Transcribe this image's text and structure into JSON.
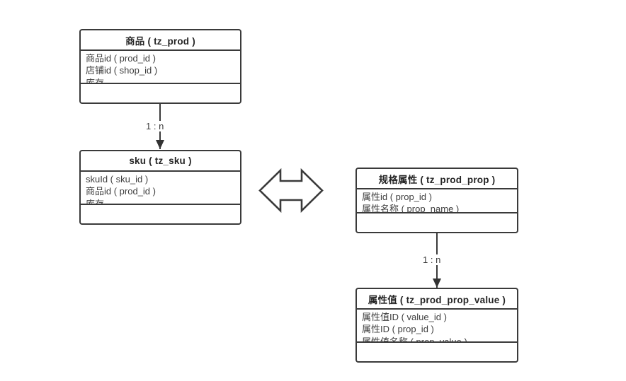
{
  "diagram": {
    "background_color": "#ffffff",
    "line_color": "#3a3a3a",
    "text_color": "#3d3d3d",
    "entities": [
      {
        "id": "prod",
        "title": "商品 ( tz_prod )",
        "fields": [
          "商品id ( prod_id )",
          "店铺id ( shop_id )",
          "库存"
        ]
      },
      {
        "id": "sku",
        "title": "sku ( tz_sku )",
        "fields": [
          "skuId ( sku_id )",
          "商品id ( prod_id )",
          "库存"
        ]
      },
      {
        "id": "prod_prop",
        "title": "规格属性 ( tz_prod_prop )",
        "fields": [
          "属性id ( prop_id )",
          "属性名称 ( prop_name )"
        ]
      },
      {
        "id": "prod_prop_value",
        "title": "属性值 ( tz_prod_prop_value )",
        "fields": [
          "属性值ID ( value_id )",
          "属性ID ( prop_id )",
          "属性值名称 ( prop_value )"
        ]
      }
    ],
    "connectors": [
      {
        "from": "prod",
        "to": "sku",
        "label": "1 : n"
      },
      {
        "from": "prod_prop",
        "to": "prod_prop_value",
        "label": "1 : n"
      }
    ],
    "center_shape": "double-horizontal-arrow"
  }
}
